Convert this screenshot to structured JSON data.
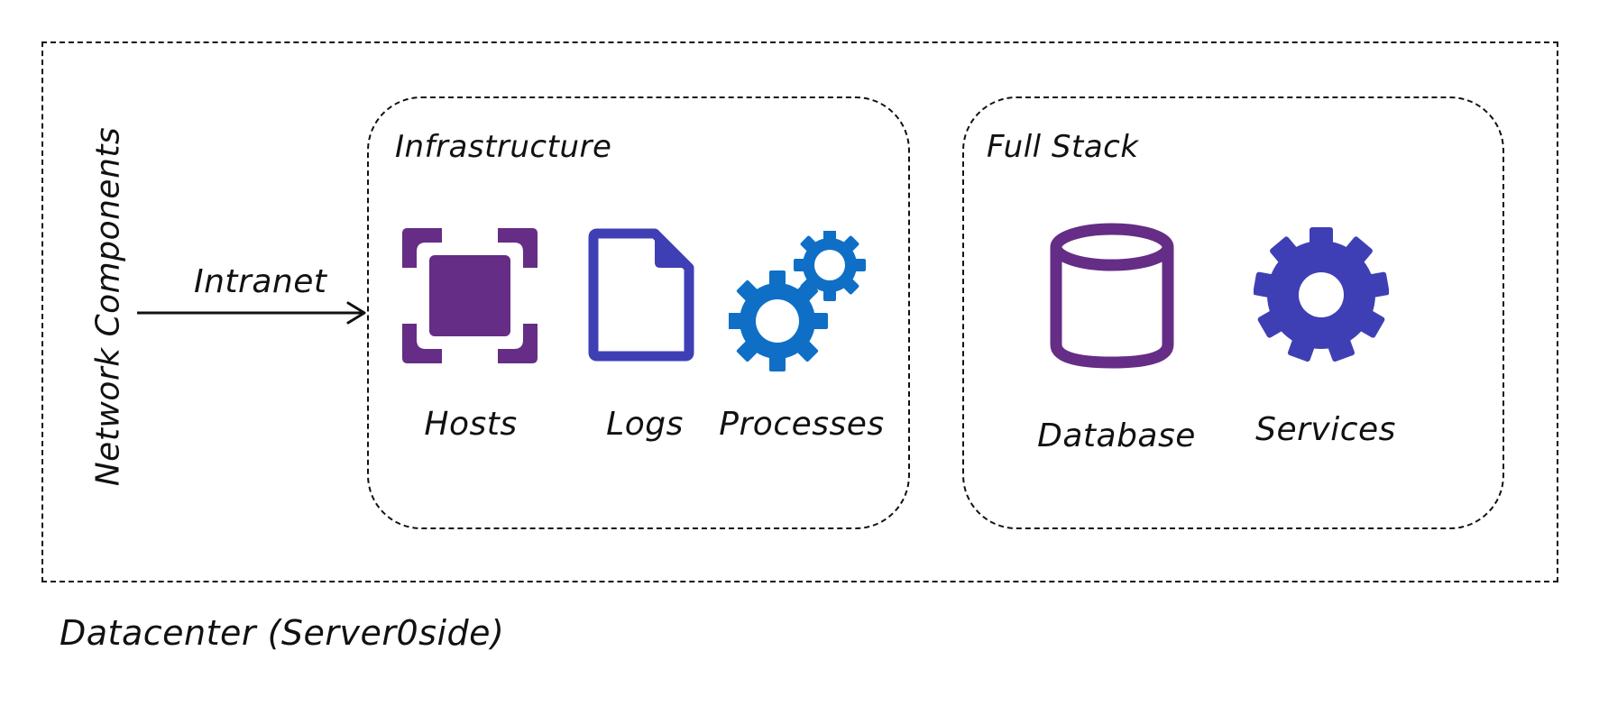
{
  "datacenter": {
    "label": "Datacenter (Server0side)"
  },
  "network": {
    "label": "Network Components"
  },
  "edge": {
    "label": "Intranet"
  },
  "infrastructure": {
    "title": "Infrastructure",
    "nodes": [
      {
        "label": "Hosts",
        "icon": "hosts-icon",
        "color": "#652D86"
      },
      {
        "label": "Logs",
        "icon": "document-icon",
        "color": "#3F3FB5"
      },
      {
        "label": "Processes",
        "icon": "gears-icon",
        "color": "#0F6FC6"
      }
    ]
  },
  "full_stack": {
    "title": "Full Stack",
    "nodes": [
      {
        "label": "Database",
        "icon": "database-icon",
        "color": "#652D86"
      },
      {
        "label": "Services",
        "icon": "gear-icon",
        "color": "#3F3FB5"
      }
    ]
  }
}
